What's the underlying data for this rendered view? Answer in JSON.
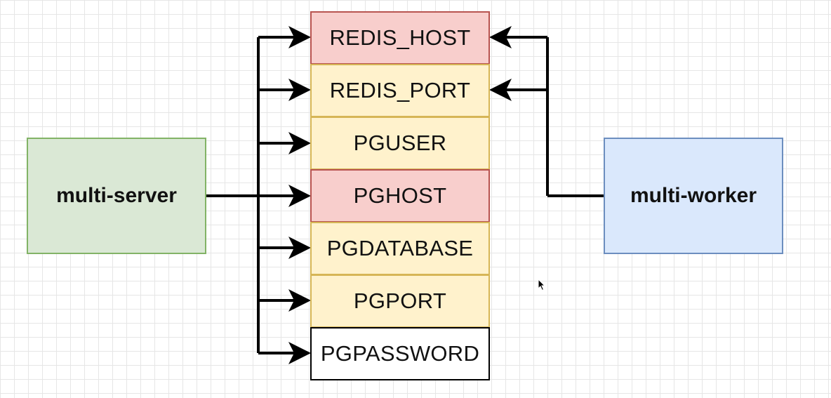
{
  "services": {
    "server": {
      "label": "multi-server",
      "fill": "#dae8d5",
      "stroke": "#82b366"
    },
    "worker": {
      "label": "multi-worker",
      "fill": "#dae8fc",
      "stroke": "#6c8ebf"
    }
  },
  "env_vars": [
    {
      "label": "REDIS_HOST",
      "fill": "#f8cecc",
      "stroke": "#b85450"
    },
    {
      "label": "REDIS_PORT",
      "fill": "#fff2cc",
      "stroke": "#d6b656"
    },
    {
      "label": "PGUSER",
      "fill": "#fff2cc",
      "stroke": "#d6b656"
    },
    {
      "label": "PGHOST",
      "fill": "#f8cecc",
      "stroke": "#b85450"
    },
    {
      "label": "PGDATABASE",
      "fill": "#fff2cc",
      "stroke": "#d6b656"
    },
    {
      "label": "PGPORT",
      "fill": "#fff2cc",
      "stroke": "#d6b656"
    },
    {
      "label": "PGPASSWORD",
      "fill": "#ffffff",
      "stroke": "#000000"
    }
  ],
  "connections": {
    "server_targets": [
      "REDIS_HOST",
      "REDIS_PORT",
      "PGUSER",
      "PGHOST",
      "PGDATABASE",
      "PGPORT",
      "PGPASSWORD"
    ],
    "worker_targets": [
      "REDIS_HOST",
      "REDIS_PORT"
    ]
  },
  "colors": {
    "arrow": "#000000",
    "grid": "#e6e6e6"
  },
  "icons": {
    "cursor": "mouse-pointer-icon"
  }
}
